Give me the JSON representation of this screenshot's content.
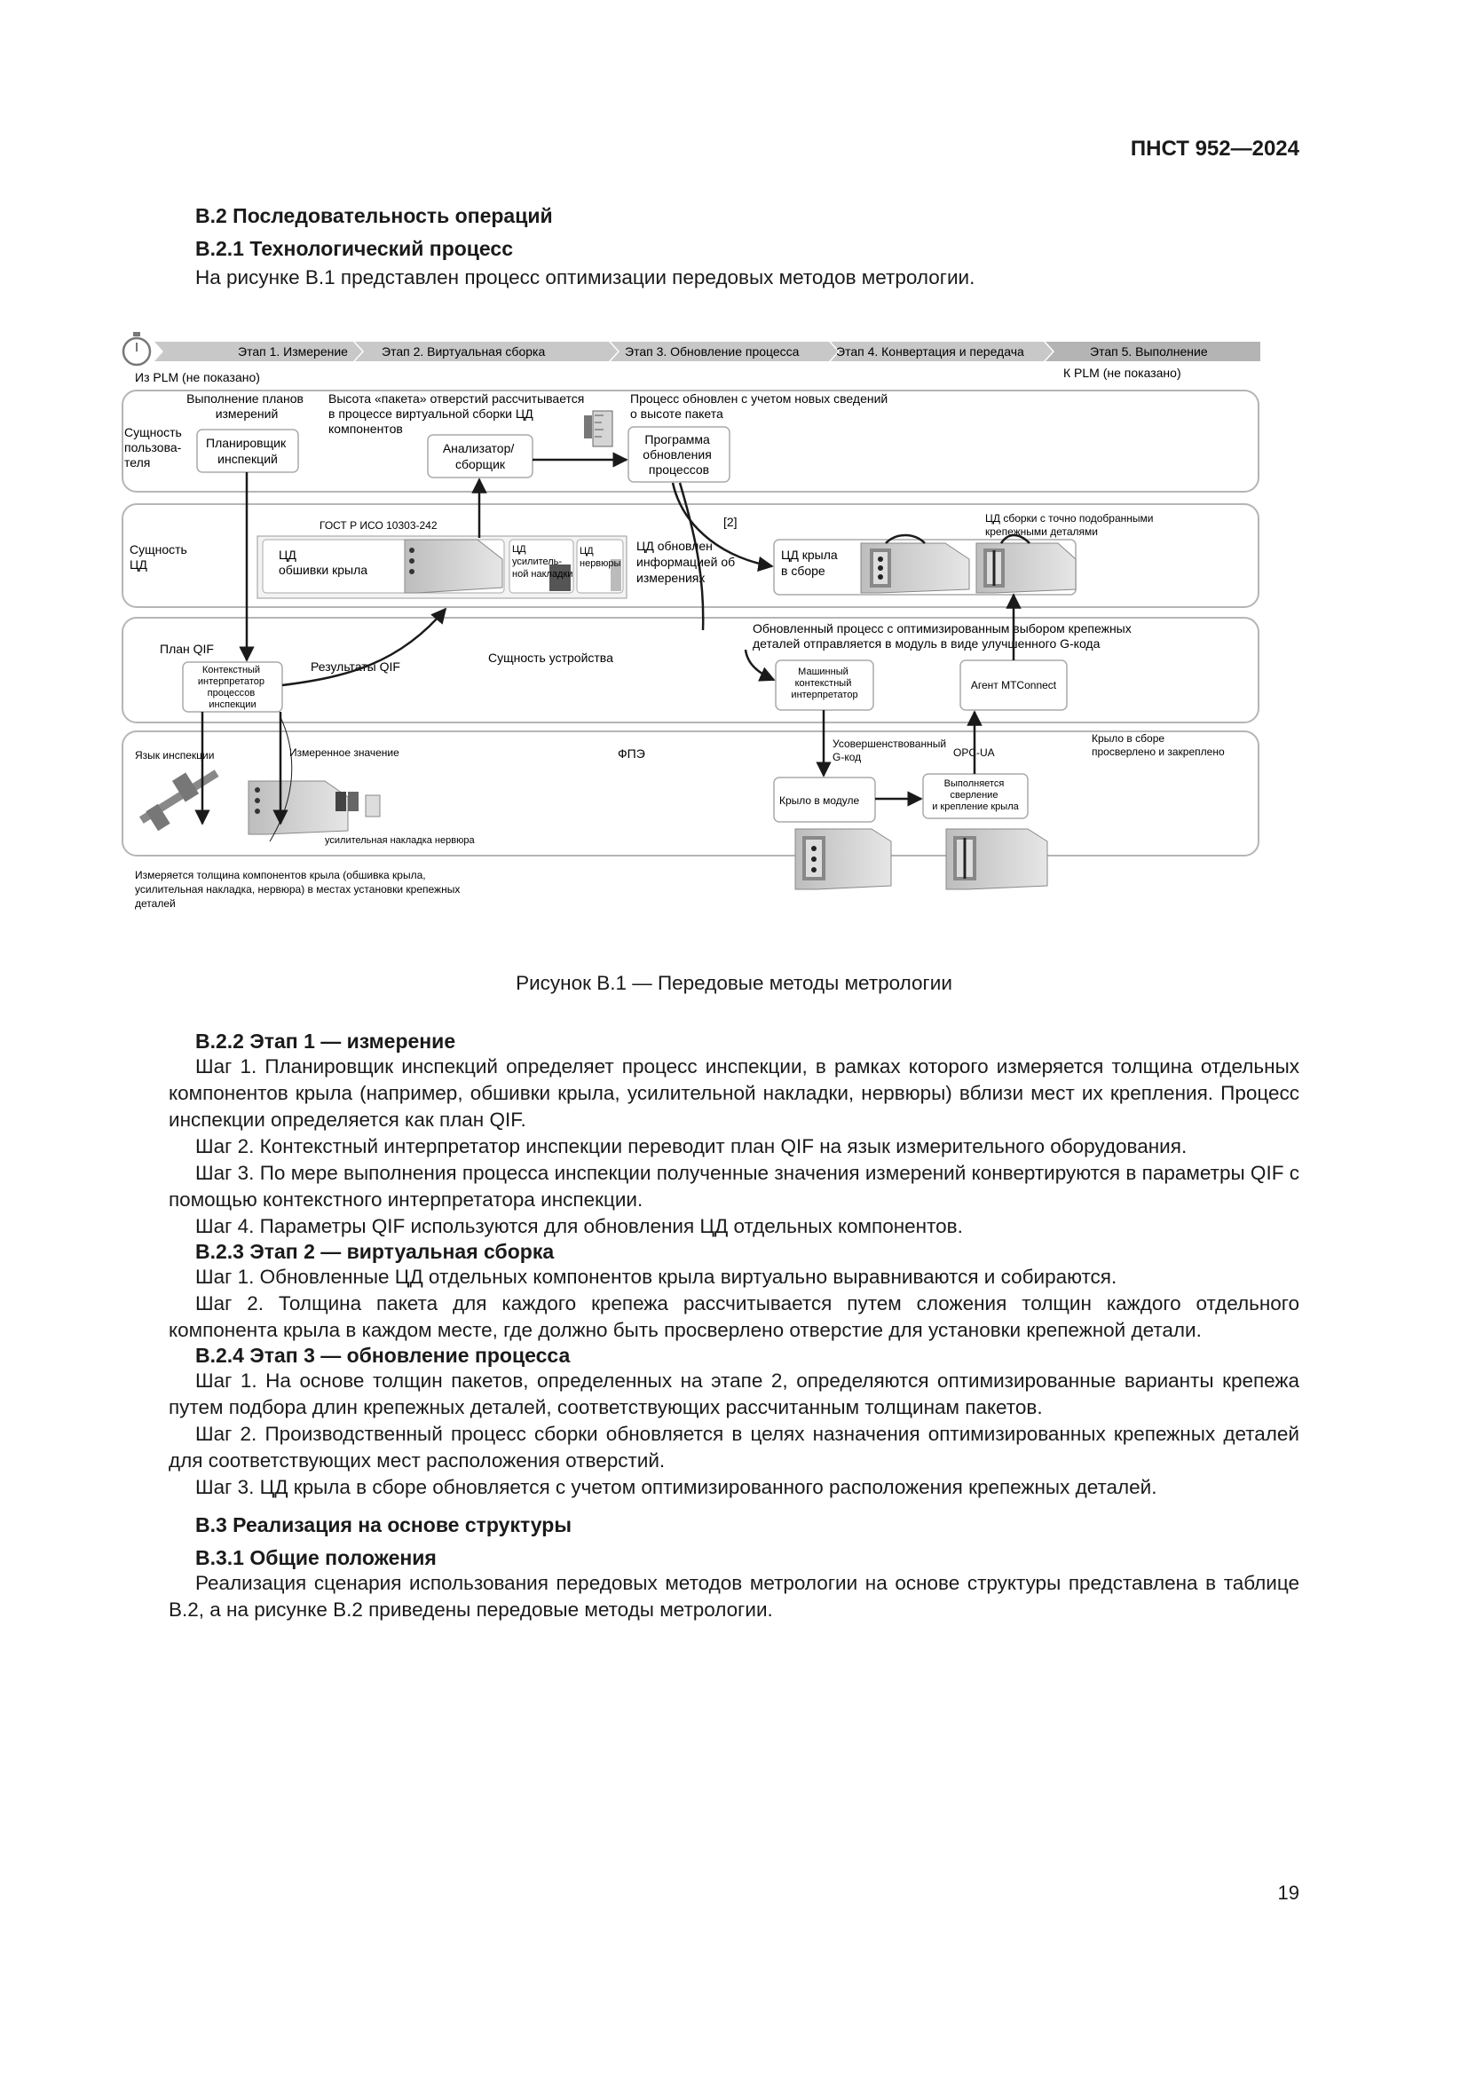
{
  "header": {
    "std_code": "ПНСТ 952—2024"
  },
  "sec_b2": {
    "title": "В.2 Последовательность операций",
    "sub1_title": "В.2.1 Технологический процесс",
    "sub1_text": "На рисунке В.1 представлен процесс оптимизации передовых методов метрологии."
  },
  "figure": {
    "stages": [
      "Этап 1. Измерение",
      "Этап 2. Виртуальная сборка",
      "Этап 3. Обновление процесса",
      "Этап 4. Конвертация и передача",
      "Этап 5. Выполнение"
    ],
    "from_plm": "Из PLM (не показано)",
    "to_plm": "К PLM (не показано)",
    "lane_user": [
      "Сущность",
      "пользова-",
      "теля"
    ],
    "lane_data": [
      "Сущность",
      "ЦД"
    ],
    "lane_qif_plan": "План QIF",
    "lane_device": "Сущность устройства",
    "lane_fpe": "ФПЭ",
    "note_plans": [
      "Выполнение планов",
      "измерений"
    ],
    "planner": [
      "Планировщик",
      "инспекций"
    ],
    "note_stack": [
      "Высота «пакета» отверстий рассчитывается",
      "в процессе виртуальной сборки ЦД",
      "компонентов"
    ],
    "analyzer": [
      "Анализатор/",
      "сборщик"
    ],
    "note_process": [
      "Процесс обновлен с учетом новых сведений",
      "о высоте пакета"
    ],
    "program": [
      "Программа",
      "обновления",
      "процессов"
    ],
    "gost": "ГОСТ Р ИСО 10303-242",
    "ref2": "[2]",
    "note_dt_fasteners": [
      "ЦД сборки с точно подобранными",
      "крепежными деталями"
    ],
    "dt_skin": [
      "ЦД",
      "обшивки крыла"
    ],
    "dt_doubler": [
      "ЦД",
      "усилитель-",
      "ной накладки"
    ],
    "dt_rib": [
      "ЦД",
      "нервюры"
    ],
    "dt_updated": [
      "ЦД обновлен",
      "информацией об",
      "измерениях"
    ],
    "dt_assembly": [
      "ЦД крыла",
      "в сборе"
    ],
    "note_updated_process": [
      "Обновленный процесс с оптимизированным выбором крепежных",
      "деталей отправляется в модуль в виде улучшенного G-кода"
    ],
    "inspection_interp": [
      "Контекстный",
      "интерпретатор",
      "процессов",
      "инспекции"
    ],
    "qif_results": "Результаты QIF",
    "machine_interp": [
      "Машинный",
      "контекстный",
      "интерпретатор"
    ],
    "mtconnect": "Агент MTConnect",
    "inspection_lang": "Язык инспекции",
    "measured_value": "Измеренное значение",
    "improved_gcode": [
      "Усовершенствованный",
      "G-код"
    ],
    "opc_ua": "OPC-UA",
    "wing_done": [
      "Крыло в сборе",
      "просверлено и закреплено"
    ],
    "wing_in_module": "Крыло в модуле",
    "drilling": [
      "Выполняется",
      "сверление",
      "и крепление крыла"
    ],
    "parts_label": "усилительная накладка нервюра",
    "note_thickness": [
      "Измеряется толщина компонентов крыла (обшивка крыла,",
      "усилительная накладка, нервюра) в местах установки крепежных",
      "деталей"
    ]
  },
  "figure_caption": "Рисунок В.1 — Передовые методы метрологии",
  "sec_b22": {
    "title": "В.2.2 Этап 1 — измерение",
    "paras": [
      "Шаг 1. Планировщик инспекций определяет процесс инспекции, в рамках которого измеряется толщина отдельных компонентов крыла (например, обшивки крыла, усилительной накладки, нервюры) вблизи мест их крепления. Процесс инспекции определяется как план QIF.",
      "Шаг 2. Контекстный интерпретатор инспекции переводит план QIF на язык измерительного оборудования.",
      "Шаг 3. По мере выполнения процесса инспекции полученные значения измерений конвертируются в параметры QIF с помощью контекстного интерпретатора инспекции.",
      "Шаг 4. Параметры QIF используются для обновления ЦД отдельных компонентов."
    ]
  },
  "sec_b23": {
    "title": "В.2.3 Этап 2 — виртуальная сборка",
    "paras": [
      "Шаг 1. Обновленные ЦД отдельных компонентов крыла виртуально выравниваются и собираются.",
      "Шаг 2. Толщина пакета для каждого крепежа рассчитывается путем сложения толщин каждого отдельного компонента крыла в каждом месте, где должно быть просверлено отверстие для установки крепежной детали."
    ]
  },
  "sec_b24": {
    "title": "В.2.4 Этап 3 — обновление процесса",
    "paras": [
      "Шаг 1. На основе толщин пакетов, определенных на этапе 2, определяются оптимизированные варианты крепежа путем подбора длин крепежных деталей, соответствующих рассчитанным толщинам пакетов.",
      "Шаг 2. Производственный процесс сборки обновляется в целях назначения оптимизированных крепежных деталей для соответствующих мест расположения отверстий.",
      "Шаг 3. ЦД крыла в сборе обновляется с учетом оптимизированного расположения крепежных деталей."
    ]
  },
  "sec_b3": {
    "title": "В.3 Реализация на основе структуры",
    "sub1_title": "В.3.1 Общие положения",
    "sub1_text": "Реализация сценария использования передовых методов метрологии на основе структуры представлена в таблице В.2, а на рисунке В.2 приведены передовые методы метрологии."
  },
  "page_number": "19"
}
